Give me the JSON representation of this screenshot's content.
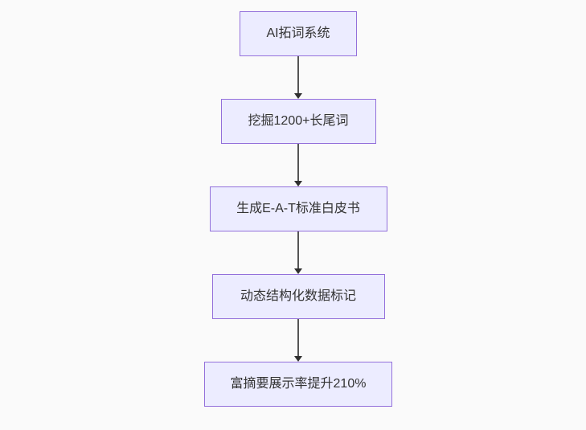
{
  "flowchart": {
    "title": "AI SEO flow diagram",
    "colors": {
      "background": "#fafafa",
      "node_fill": "#ECECFF",
      "node_border": "#9370DB",
      "text": "#333333",
      "arrow_line": "#555555",
      "arrowhead": "#2f2f2f"
    },
    "nodes": [
      {
        "label": "AI拓词系统"
      },
      {
        "label": "挖掘1200+长尾词"
      },
      {
        "label": "生成E-A-T标准白皮书"
      },
      {
        "label": "动态结构化数据标记"
      },
      {
        "label": "富摘要展示率提升210%"
      }
    ],
    "edges": [
      {
        "from": 0,
        "to": 1
      },
      {
        "from": 1,
        "to": 2
      },
      {
        "from": 2,
        "to": 3
      },
      {
        "from": 3,
        "to": 4
      }
    ]
  }
}
